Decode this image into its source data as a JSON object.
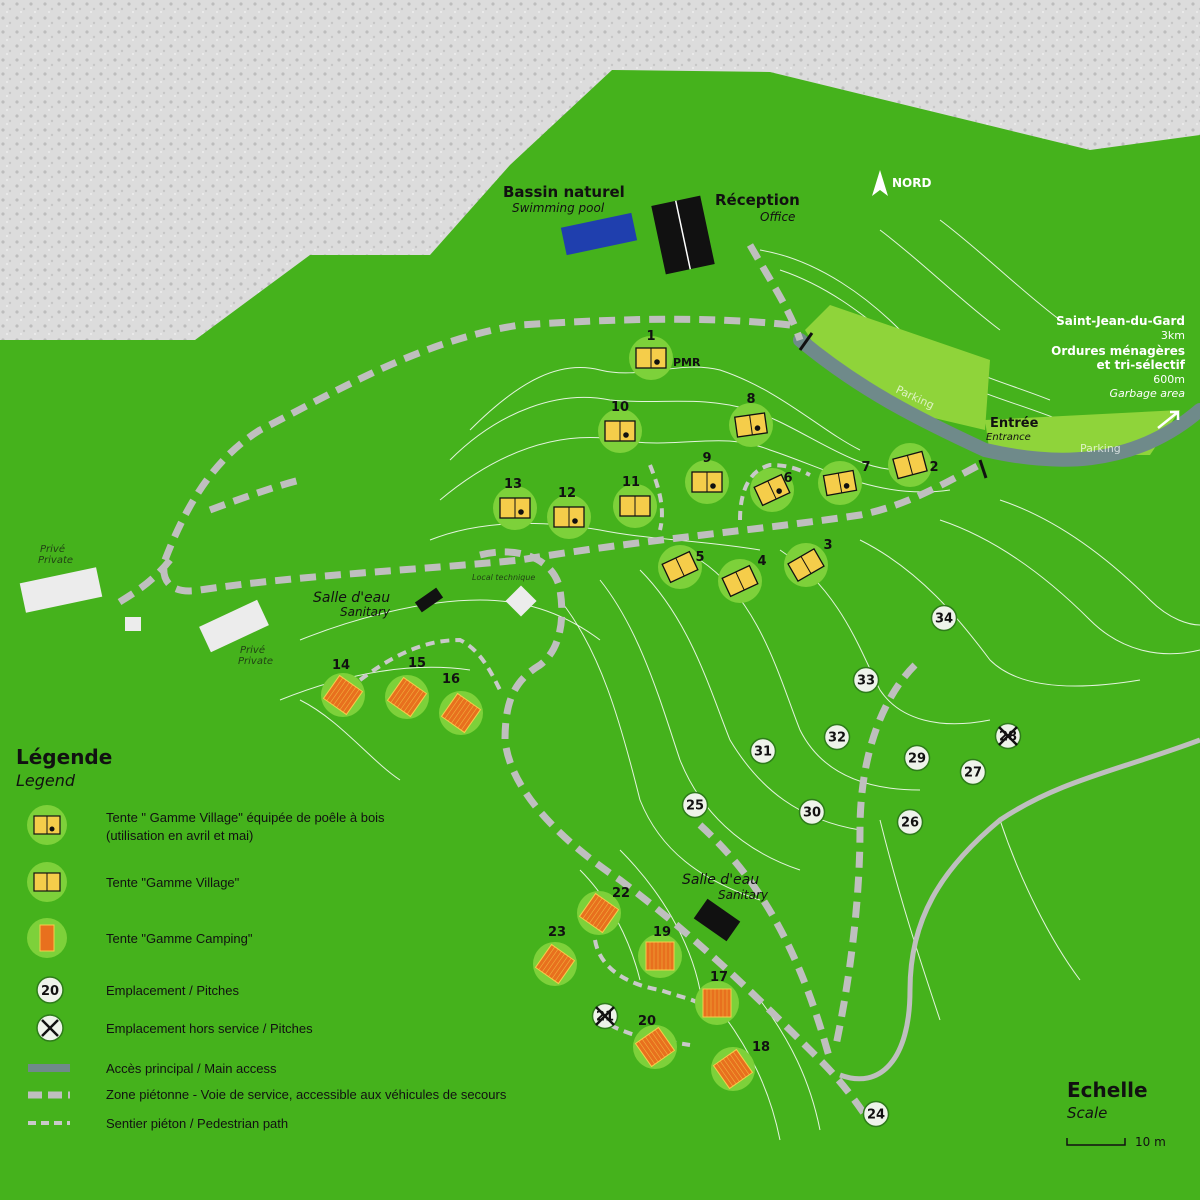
{
  "compass": {
    "label": "NORD"
  },
  "pool": {
    "title": "Bassin naturel",
    "subtitle": "Swimming pool",
    "color": "#1f3fae"
  },
  "reception": {
    "title": "Réception",
    "subtitle": "Office"
  },
  "destination": {
    "town": "Saint-Jean-du-Gard",
    "town_distance": "3km",
    "waste_line1": "Ordures ménagères",
    "waste_line2": "et tri-sélectif",
    "waste_distance": "600m",
    "waste_subtitle": "Garbage area"
  },
  "entrance": {
    "title": "Entrée",
    "subtitle": "Entrance"
  },
  "parking_labels": [
    "Parking",
    "Parking"
  ],
  "pmr_label": "PMR",
  "private_labels": [
    {
      "title": "Privé",
      "subtitle": "Private"
    },
    {
      "title": "Privé",
      "subtitle": "Private"
    }
  ],
  "sanitary_labels": [
    {
      "title": "Salle d'eau",
      "subtitle": "Sanitary"
    },
    {
      "title": "Salle d'eau",
      "subtitle": "Sanitary"
    }
  ],
  "local_technique": "Local technique",
  "legend": {
    "title": "Légende",
    "subtitle": "Legend",
    "items": [
      {
        "id": "village-stove",
        "line1": "Tente \" Gamme Village\" équipée de poêle à bois",
        "line2": "(utilisation en avril et mai)"
      },
      {
        "id": "village",
        "line1": "Tente \"Gamme Village\""
      },
      {
        "id": "camping",
        "line1": "Tente \"Gamme Camping\""
      },
      {
        "id": "pitch",
        "line1": "Emplacement / Pitches",
        "sample": "20"
      },
      {
        "id": "pitch-out",
        "line1": "Emplacement hors service / Pitches"
      },
      {
        "id": "main-access",
        "line1": "Accès principal / Main access"
      },
      {
        "id": "pedestrian-zone",
        "line1": "Zone piétonne - Voie de service, accessible aux véhicules de secours"
      },
      {
        "id": "pedestrian-path",
        "line1": "Sentier piéton  / Pedestrian path"
      }
    ]
  },
  "scale": {
    "title": "Echelle",
    "subtitle": "Scale",
    "label": "10 m"
  },
  "village_tents_stove": [
    "1",
    "10",
    "8",
    "9",
    "6",
    "7",
    "13",
    "12"
  ],
  "village_tents": [
    "2",
    "11",
    "5",
    "4",
    "3"
  ],
  "camping_tents": [
    "14",
    "15",
    "16",
    "22",
    "23",
    "19",
    "17",
    "20",
    "18"
  ],
  "pitches": [
    "34",
    "33",
    "32",
    "31",
    "29",
    "27",
    "25",
    "30",
    "26",
    "24"
  ],
  "pitches_out_of_service": [
    "28",
    "21"
  ],
  "colors": {
    "grass": "#45b21c",
    "sky": "#d9d9d9",
    "road": "#6f8a8a",
    "path": "#bfbfbf",
    "village_tent": "#f5cd4a",
    "camping_tent": "#e8701e",
    "tent_halo": "#7dd13a",
    "parking": "#8fd43a"
  }
}
